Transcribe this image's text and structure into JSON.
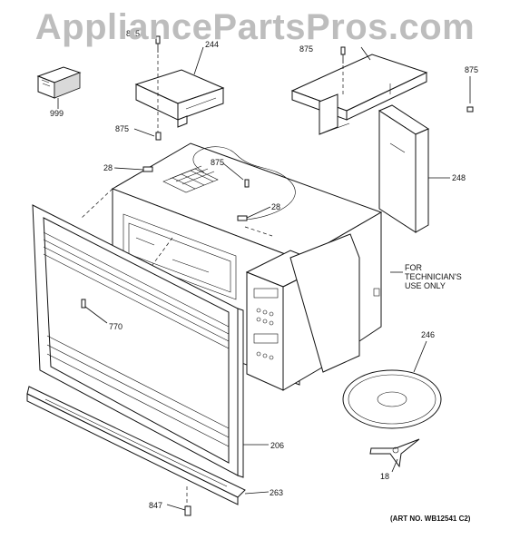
{
  "watermark": "AppliancePartsPros.com",
  "art_number": "(ART NO. WB12541 C2)",
  "note": {
    "line1": "FOR",
    "line2": "TECHNICIAN'S",
    "line3": "USE ONLY"
  },
  "parts": [
    {
      "id": "p875a",
      "label": "875"
    },
    {
      "id": "p244",
      "label": "244"
    },
    {
      "id": "p999",
      "label": "999"
    },
    {
      "id": "p875b",
      "label": "875"
    },
    {
      "id": "p875c",
      "label": "875"
    },
    {
      "id": "p875d",
      "label": "875"
    },
    {
      "id": "p28a",
      "label": "28"
    },
    {
      "id": "p875e",
      "label": "875"
    },
    {
      "id": "p28b",
      "label": "28"
    },
    {
      "id": "p248",
      "label": "248"
    },
    {
      "id": "p770",
      "label": "770"
    },
    {
      "id": "p246",
      "label": "246"
    },
    {
      "id": "p206",
      "label": "206"
    },
    {
      "id": "p18",
      "label": "18"
    },
    {
      "id": "p847",
      "label": "847"
    },
    {
      "id": "p263",
      "label": "263"
    }
  ]
}
